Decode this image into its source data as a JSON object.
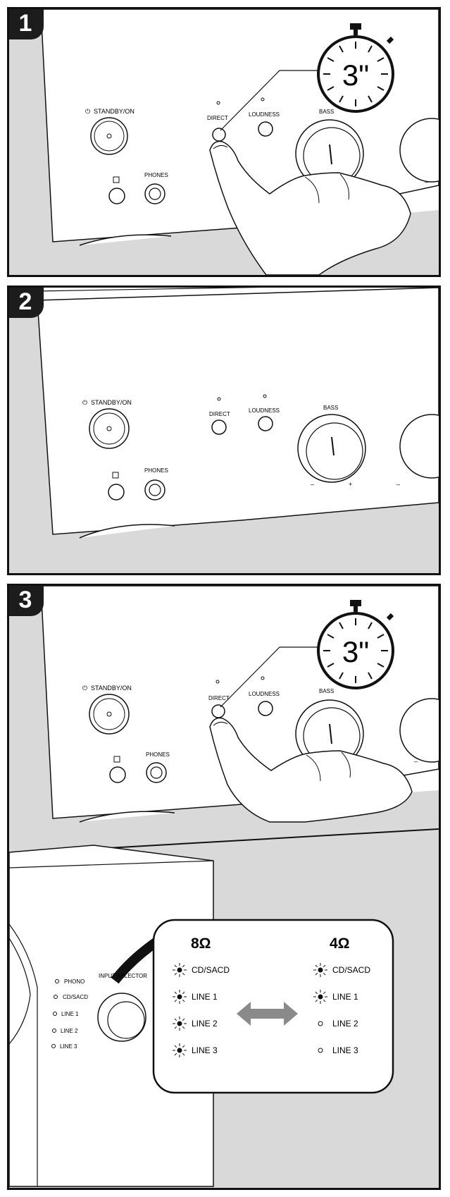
{
  "steps": [
    {
      "number": "1",
      "timer": "3\""
    },
    {
      "number": "2"
    },
    {
      "number": "3",
      "timer": "3\""
    }
  ],
  "panel_labels": {
    "standby": "STANDBY/ON",
    "direct": "DIRECT",
    "loudness": "LOUDNESS",
    "bass": "BASS",
    "phones": "PHONES",
    "minus": "–",
    "plus": "+"
  },
  "input_panel": {
    "selector_label": "INPUT SELECTOR",
    "inputs": [
      "PHONO",
      "CD/SACD",
      "LINE 1",
      "LINE 2",
      "LINE 3"
    ]
  },
  "impedance": {
    "left": {
      "label": "8Ω",
      "rows": [
        {
          "name": "CD/SACD",
          "lit": true
        },
        {
          "name": "LINE 1",
          "lit": true
        },
        {
          "name": "LINE 2",
          "lit": true
        },
        {
          "name": "LINE 3",
          "lit": true
        }
      ]
    },
    "right": {
      "label": "4Ω",
      "rows": [
        {
          "name": "CD/SACD",
          "lit": true
        },
        {
          "name": "LINE 1",
          "lit": true
        },
        {
          "name": "LINE 2",
          "lit": false
        },
        {
          "name": "LINE 3",
          "lit": false
        }
      ]
    }
  },
  "colors": {
    "floor": "#d9d9d9",
    "frame": "#111111",
    "badge": "#1c1c1c",
    "arrow": "#8a8a8a"
  }
}
